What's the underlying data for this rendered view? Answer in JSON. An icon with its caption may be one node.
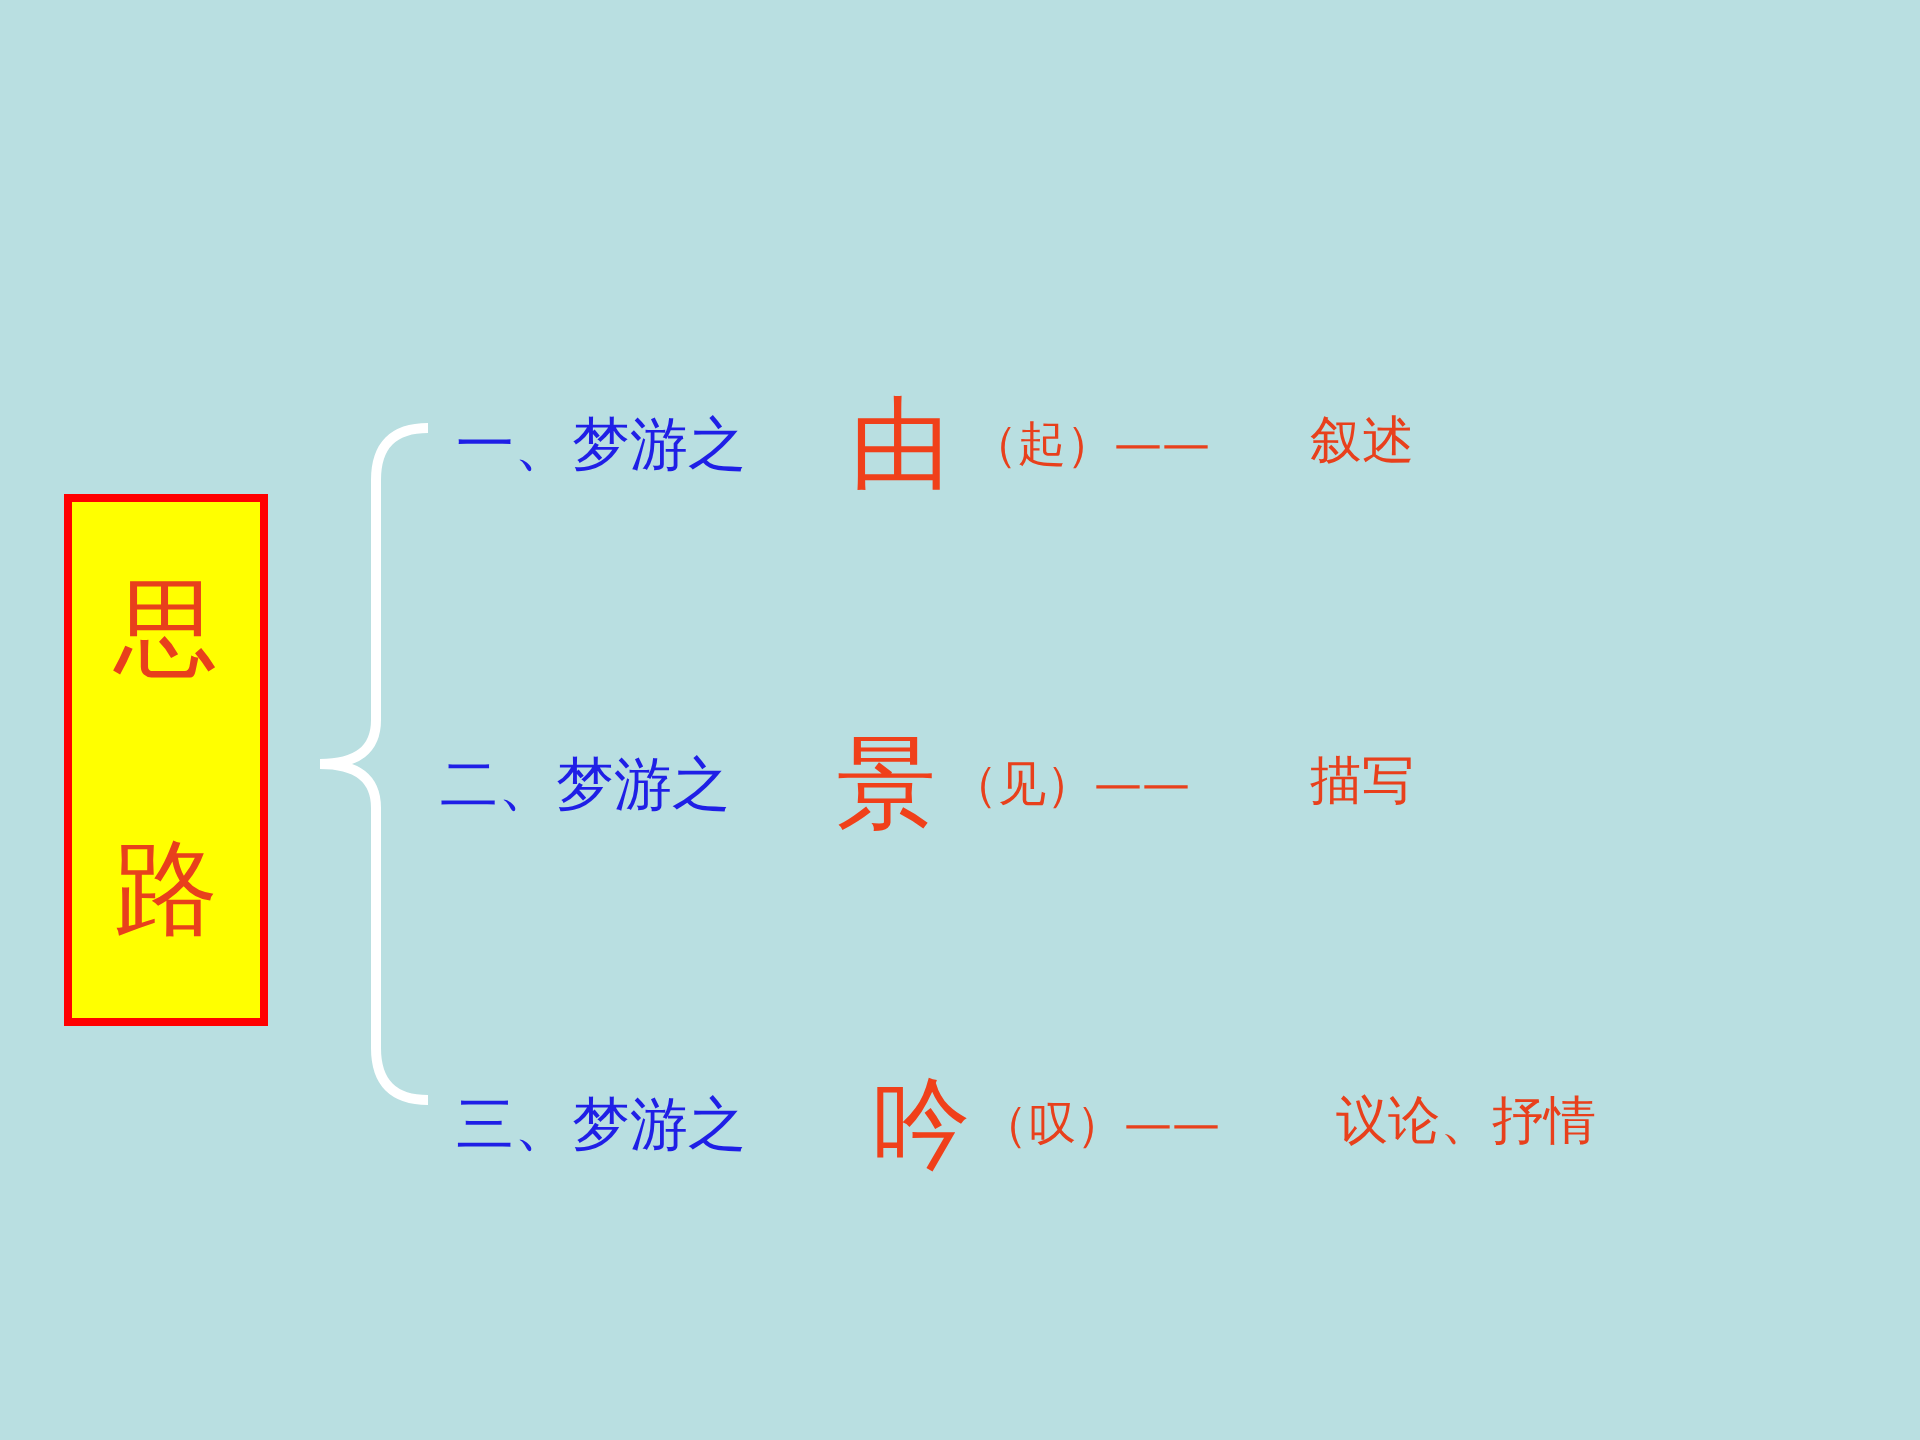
{
  "diagram": {
    "nodes": [
      {
        "text": [
          "思路"
        ]
      }
    ],
    "labels": [
      "一、梦游之",
      "由",
      "（起）——",
      "叙述",
      "二、梦游之",
      "景",
      "（见）——",
      "描写",
      "三、梦游之",
      "吟",
      "（叹）——",
      "议论、抒情"
    ]
  }
}
